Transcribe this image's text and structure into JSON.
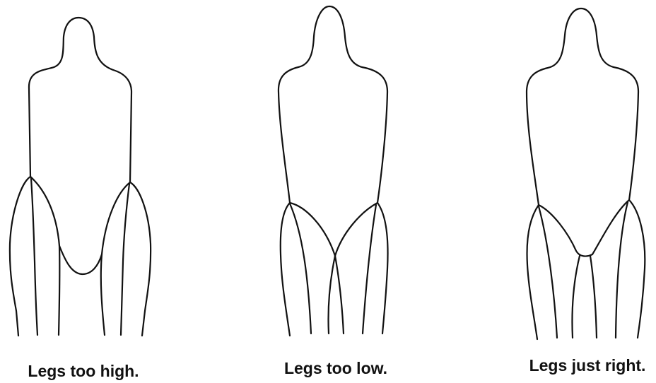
{
  "figures": [
    {
      "id": "legs-too-high",
      "caption": "Legs too high."
    },
    {
      "id": "legs-too-low",
      "caption": "Legs too low."
    },
    {
      "id": "legs-just-right",
      "caption": "Legs just right."
    }
  ],
  "colors": {
    "line": "#111111",
    "background": "#ffffff"
  }
}
